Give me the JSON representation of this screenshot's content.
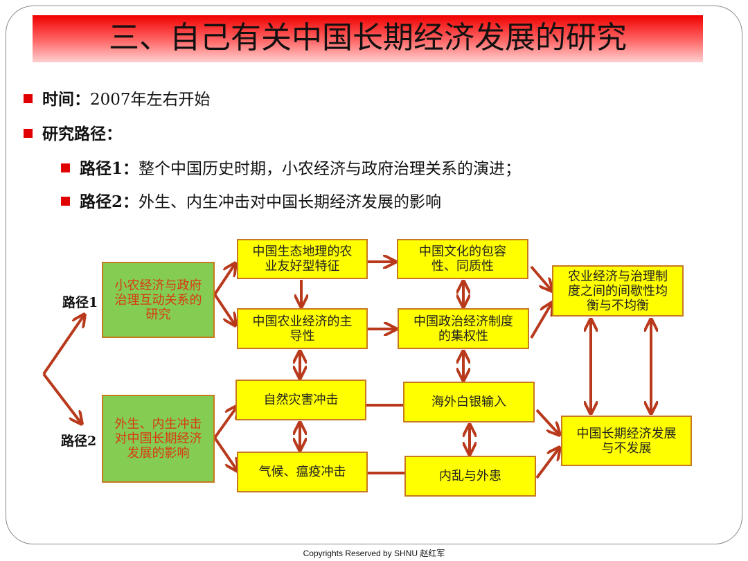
{
  "title": "三、自己有关中国长期经济发展的研究",
  "bullets": [
    {
      "label": "时间：",
      "text": "2007年左右开始"
    },
    {
      "label": "研究路径：",
      "text": ""
    },
    {
      "label": "路径1：",
      "text": "整个中国历史时期，小农经济与政府治理关系的演进；"
    },
    {
      "label": "路径2：",
      "text": "外生、内生冲击对中国长期经济发展的影响"
    }
  ],
  "diagram": {
    "path1_label": "路径1",
    "path2_label": "路径2",
    "green1": "小农经济与政府治理互动关系的研究",
    "green2": "外生、内生冲击对中国长期经济发展的影响",
    "a1": "中国生态地理的农业友好型特征",
    "a2": "中国农业经济的主导性",
    "a3": "自然灾害冲击",
    "a4": "气候、瘟疫冲击",
    "b1": "中国文化的包容性、同质性",
    "b2": "中国政治经济制度的集权性",
    "b3": "海外白银输入",
    "b4": "内乱与外患",
    "c1": "农业经济与治理制度之间的间歇性均衡与不均衡",
    "c2": "中国长期经济发展与不发展"
  },
  "footer": "Copyrights Reserved by SHNU 赵红军",
  "colors": {
    "arrow": "#b8391b",
    "box_yellow": "#ffff00",
    "box_green": "#84cc52",
    "bullet": "#e00000"
  }
}
